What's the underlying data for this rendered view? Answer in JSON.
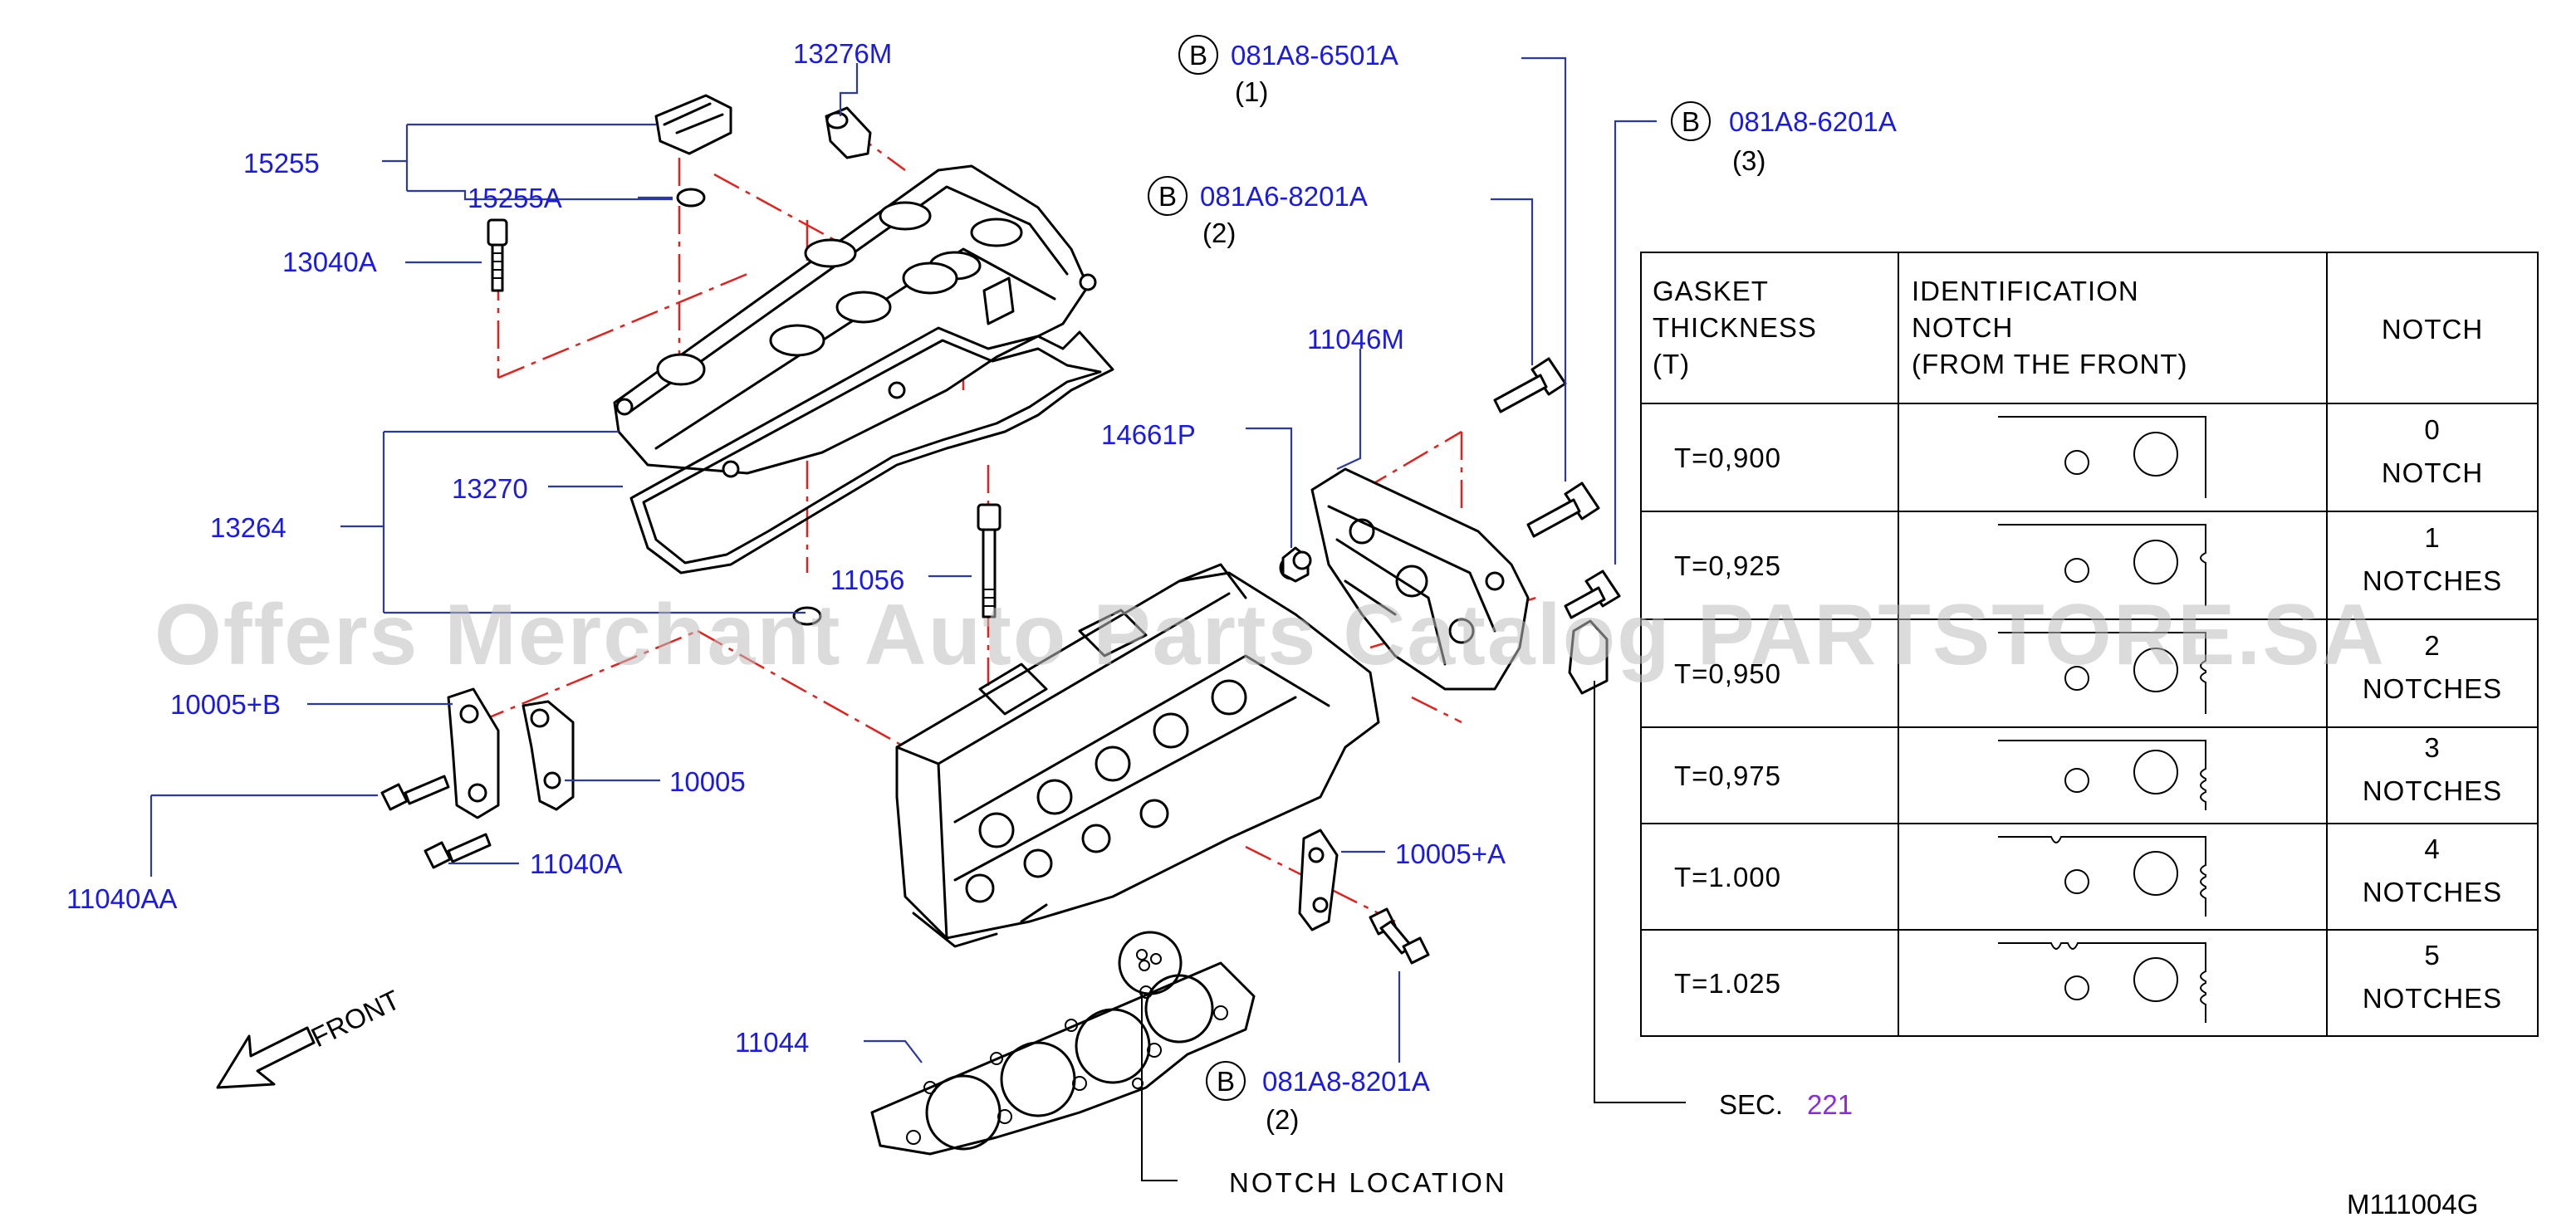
{
  "colors": {
    "callout": "#1a1ae6",
    "line": "#000000",
    "centerline": "#e0221e",
    "leader": "#2a3aa0",
    "sec_link": "#8a2be2",
    "watermark": "#bdbdbd"
  },
  "labels": {
    "p13276M": "13276M",
    "p15255": "15255",
    "p15255A": "15255A",
    "p13040A": "13040A",
    "p13270": "13270",
    "p13264": "13264",
    "p11056": "11056",
    "p11046M": "11046M",
    "p14661P": "14661P",
    "p10005B": "10005+B",
    "p10005": "10005",
    "p11040AA": "11040AA",
    "p11040A": "11040A",
    "p10005A": "10005+A",
    "p11044": "11044"
  },
  "bolts": [
    {
      "badge": "B",
      "code": "081A8-6501A",
      "qty": "(1)"
    },
    {
      "badge": "B",
      "code": "081A6-8201A",
      "qty": "(2)"
    },
    {
      "badge": "B",
      "code": "081A8-6201A",
      "qty": "(3)"
    },
    {
      "badge": "B",
      "code": "081A8-8201A",
      "qty": "(2)"
    }
  ],
  "front_label": "FRONT",
  "sec": {
    "prefix": "SEC.",
    "number": "221"
  },
  "notch_location": "NOTCH   LOCATION",
  "figure_code": "M111004G",
  "watermark": "Offers Merchant Auto Parts Catalog PARTSTORE.SA",
  "table": {
    "headers": [
      [
        "GASKET",
        "THICKNESS",
        "(T)"
      ],
      [
        "IDENTIFICATION",
        "NOTCH",
        "(FROM  THE  FRONT)"
      ],
      [
        "NOTCH"
      ]
    ],
    "rows": [
      {
        "thickness": "T=0,900",
        "notches": 0,
        "count": "0",
        "unit": "NOTCH"
      },
      {
        "thickness": "T=0,925",
        "notches": 1,
        "count": "1",
        "unit": "NOTCHES"
      },
      {
        "thickness": "T=0,950",
        "notches": 2,
        "count": "2",
        "unit": "NOTCHES"
      },
      {
        "thickness": "T=0,975",
        "notches": 3,
        "count": "3",
        "unit": "NOTCHES"
      },
      {
        "thickness": "T=1.000",
        "notches": 4,
        "count": "4",
        "unit": "NOTCHES"
      },
      {
        "thickness": "T=1.025",
        "notches": 5,
        "count": "5",
        "unit": "NOTCHES"
      }
    ]
  }
}
